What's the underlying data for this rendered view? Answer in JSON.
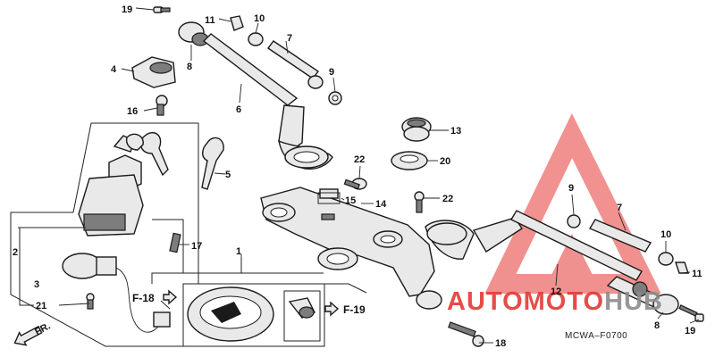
{
  "callouts": {
    "c19a": "19",
    "c11a": "11",
    "c10a": "10",
    "c7a": "7",
    "c8a": "8",
    "c4": "4",
    "c9a": "9",
    "c6": "6",
    "c16": "16",
    "c13": "13",
    "c22a": "22",
    "c20": "20",
    "c5": "5",
    "c15": "15",
    "c14": "14",
    "c22b": "22",
    "c9b": "9",
    "c7b": "7",
    "c17": "17",
    "c2": "2",
    "c10b": "10",
    "c1": "1",
    "c11b": "11",
    "c3": "3",
    "c12": "12",
    "c21": "21",
    "c8b": "8",
    "c19b": "19",
    "c18": "18"
  },
  "references": {
    "f18": "F-18",
    "f19": "F-19"
  },
  "direction": {
    "fr": "FR."
  },
  "diagram_code": "MCWA–F0700",
  "watermark": {
    "text_red": "AUTO",
    "text_mid": "MOTO",
    "text_end": "HUB",
    "color_red": "#e53935",
    "color_gray": "#8c8c8c"
  }
}
